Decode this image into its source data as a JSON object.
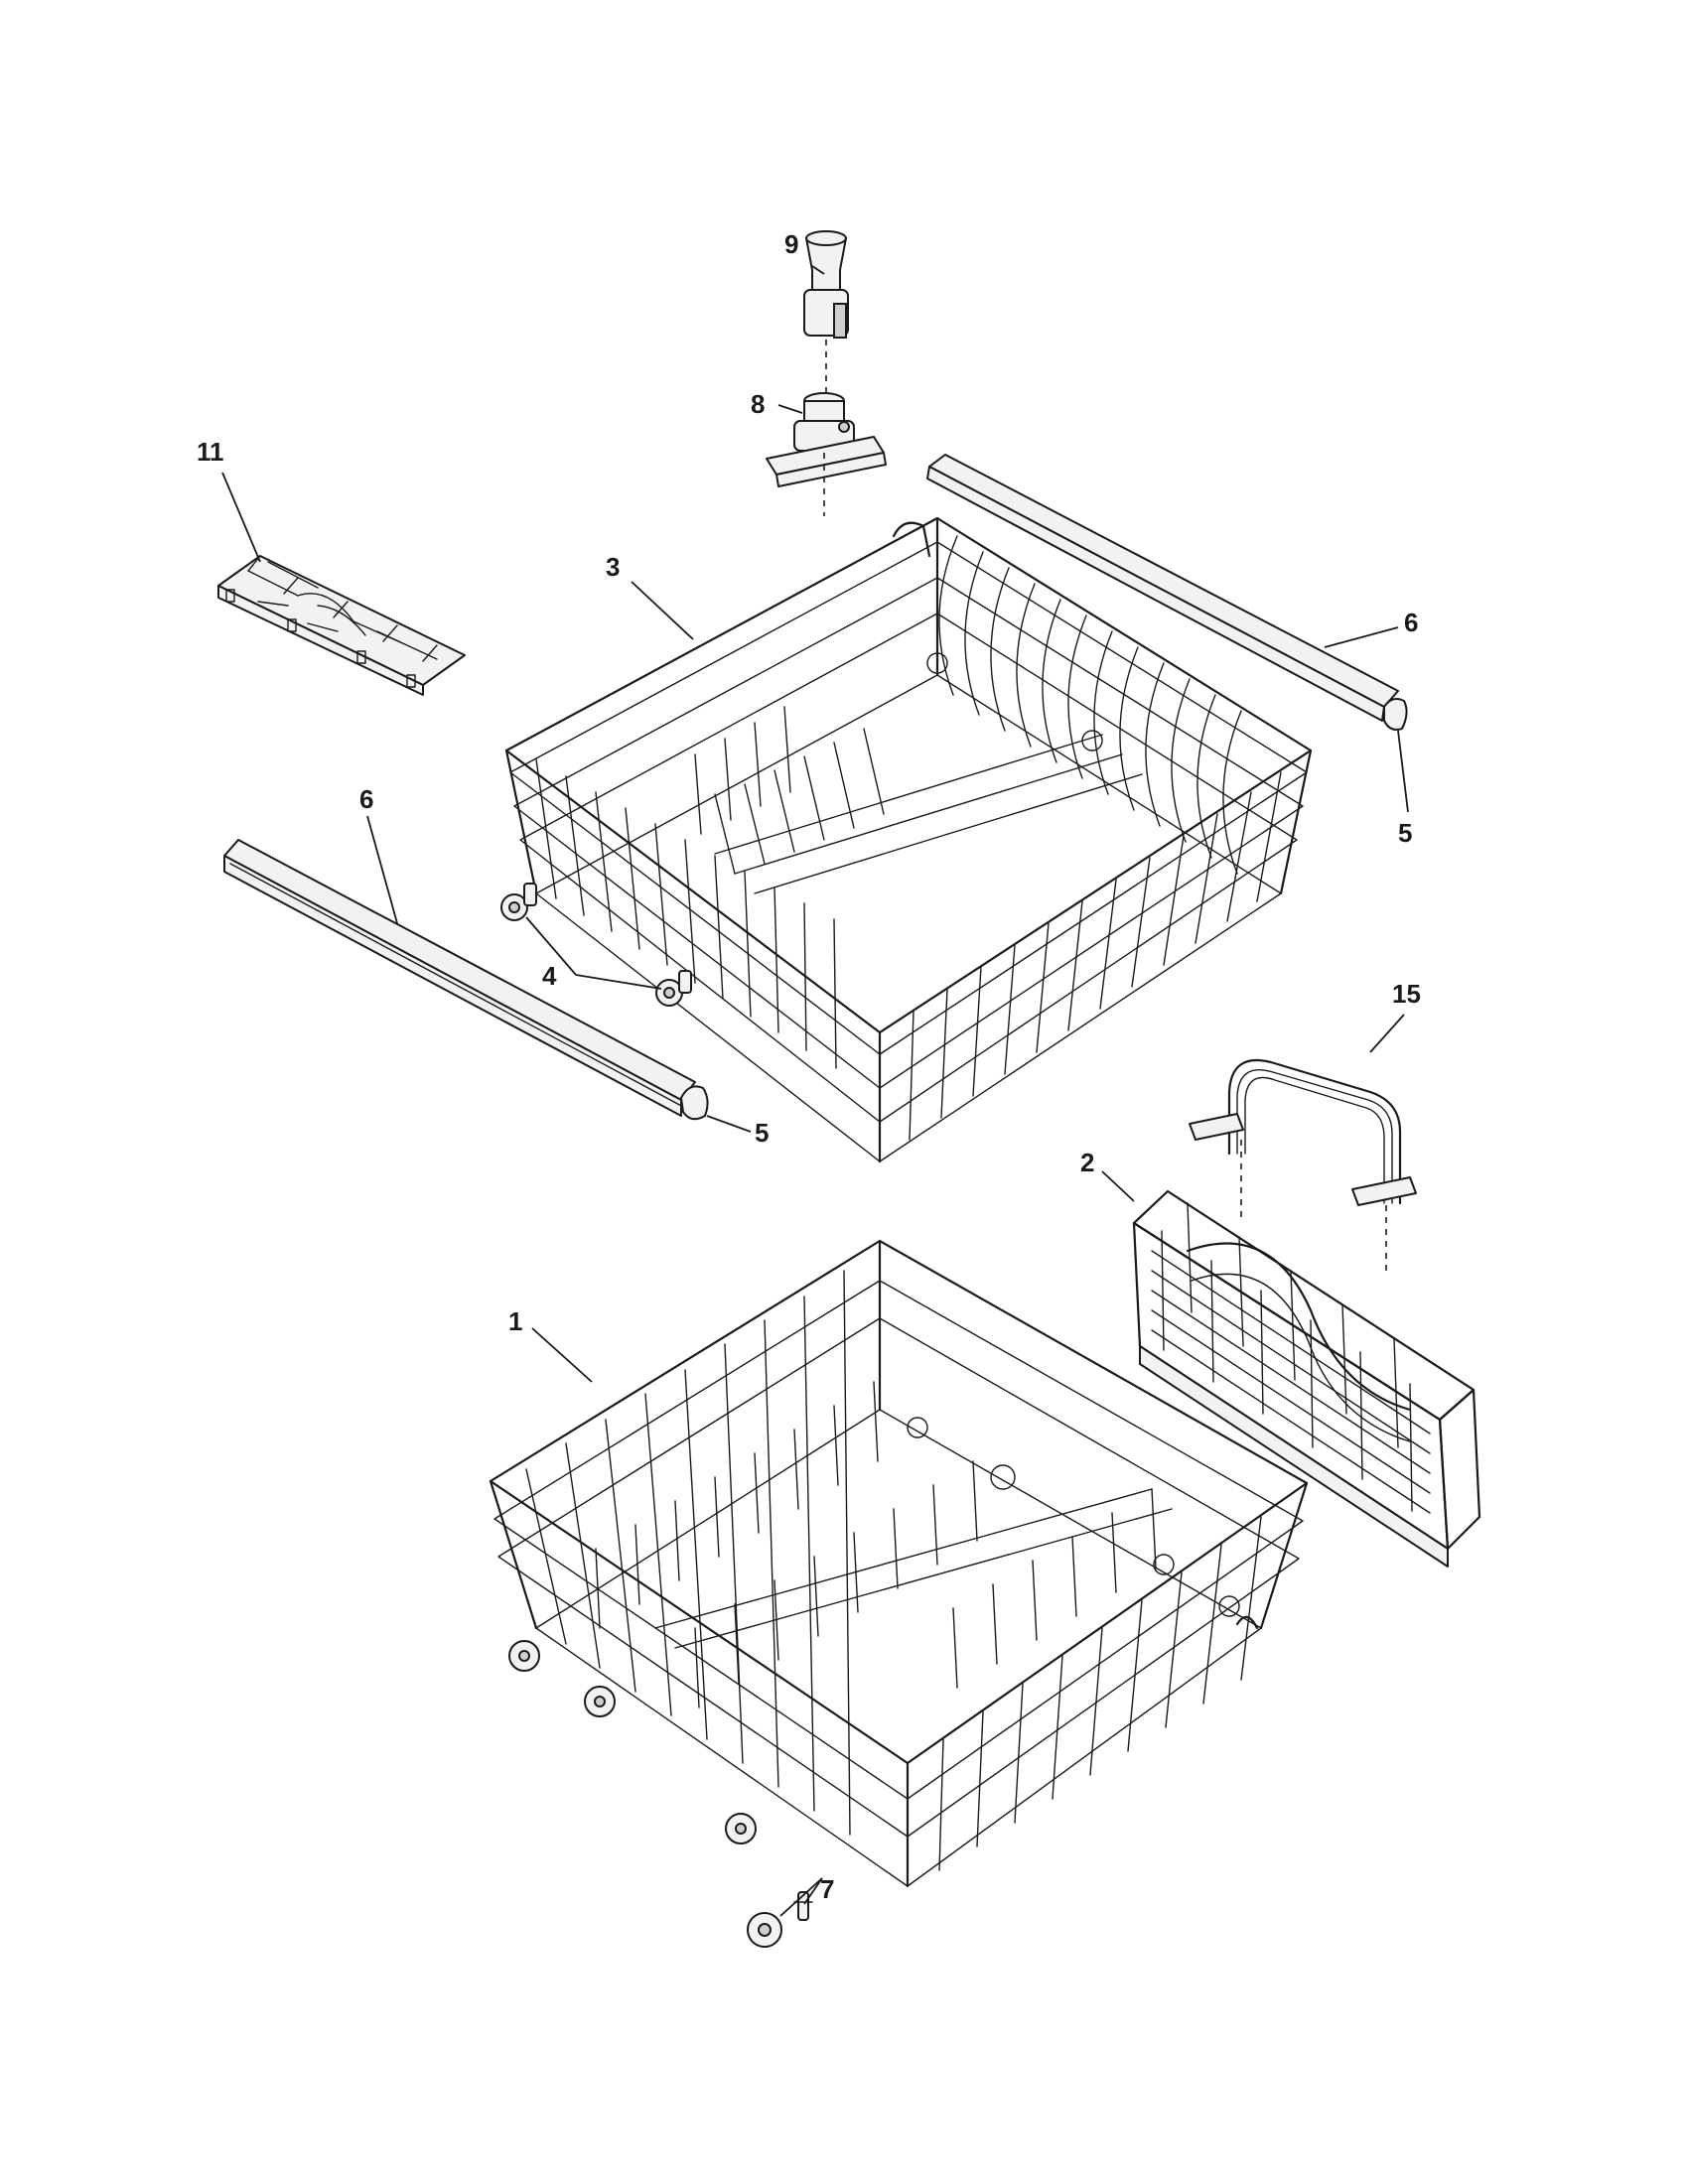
{
  "callouts": {
    "c1": "1",
    "c2": "2",
    "c3": "3",
    "c4": "4",
    "c5a": "5",
    "c5b": "5",
    "c6a": "6",
    "c6b": "6",
    "c7": "7",
    "c8": "8",
    "c9": "9",
    "c11": "11",
    "c15": "15"
  },
  "parts": [
    {
      "ref": "1",
      "name": "lower-rack",
      "icon": "wire-rack-icon"
    },
    {
      "ref": "2",
      "name": "silverware-basket",
      "icon": "basket-icon"
    },
    {
      "ref": "3",
      "name": "upper-rack",
      "icon": "wire-rack-icon"
    },
    {
      "ref": "4",
      "name": "upper-rack-wheel",
      "icon": "wheel-icon"
    },
    {
      "ref": "5",
      "name": "track-end-cap",
      "icon": "cap-icon"
    },
    {
      "ref": "6",
      "name": "rack-track",
      "icon": "rail-icon"
    },
    {
      "ref": "7",
      "name": "lower-rack-wheel",
      "icon": "wheel-icon"
    },
    {
      "ref": "8",
      "name": "spray-manifold",
      "icon": "manifold-icon"
    },
    {
      "ref": "9",
      "name": "water-nozzle",
      "icon": "nozzle-icon"
    },
    {
      "ref": "11",
      "name": "clip-tray",
      "icon": "tray-icon"
    },
    {
      "ref": "15",
      "name": "basket-handle",
      "icon": "handle-icon"
    }
  ]
}
